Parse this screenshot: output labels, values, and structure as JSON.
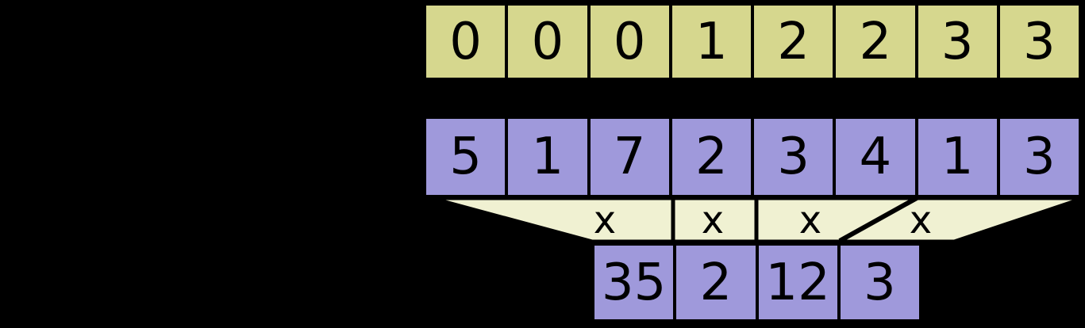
{
  "colors": {
    "background": "#000000",
    "border": "#000000",
    "text": "#000000",
    "keys_fill": "#d6d78e",
    "values_fill": "#9f99db",
    "funnel_fill": "#f0f1d2"
  },
  "keys_row": {
    "cells": [
      "0",
      "0",
      "0",
      "1",
      "2",
      "2",
      "3",
      "3"
    ]
  },
  "values_row": {
    "cells": [
      "5",
      "1",
      "7",
      "2",
      "3",
      "4",
      "1",
      "3"
    ]
  },
  "operators": {
    "labels": [
      "x",
      "x",
      "x",
      "x"
    ]
  },
  "result_row": {
    "cells": [
      "35",
      "2",
      "12",
      "3"
    ]
  }
}
